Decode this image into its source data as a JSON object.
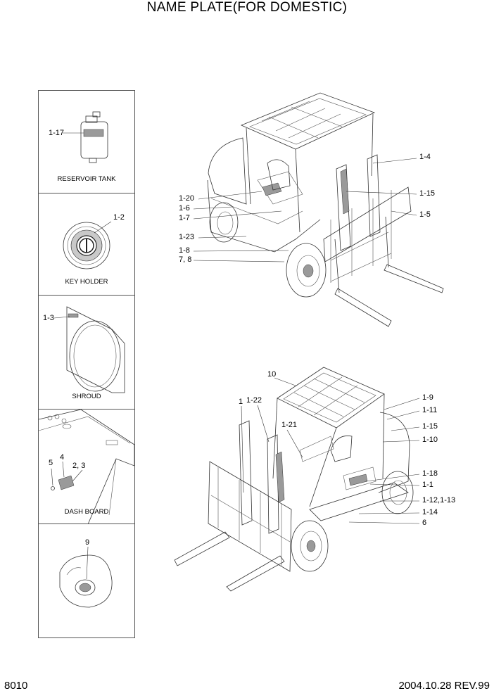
{
  "title": "NAME PLATE(FOR DOMESTIC)",
  "page_code": "8010",
  "revision": "2004.10.28 REV.99",
  "panels": [
    {
      "label": "RESERVOIR TANK",
      "callouts": [
        "1-17"
      ]
    },
    {
      "label": "KEY HOLDER",
      "callouts": [
        "1-2"
      ]
    },
    {
      "label": "SHROUD",
      "callouts": [
        "1-3"
      ]
    },
    {
      "label": "DASH BOARD",
      "callouts": [
        "5",
        "4",
        "2, 3"
      ]
    },
    {
      "label": "",
      "callouts": [
        "9"
      ]
    }
  ],
  "forklift_front": {
    "callouts_left": [
      "1-20",
      "1-6",
      "1-7",
      "1-23",
      "1-8",
      "7, 8"
    ],
    "callouts_right": [
      "1-4",
      "1-15",
      "1-5"
    ]
  },
  "forklift_rear": {
    "callouts_top": [
      "10",
      "1",
      "1-22",
      "1-21"
    ],
    "callouts_right": [
      "1-9",
      "1-11",
      "1-15",
      "1-10",
      "1-18",
      "1-1",
      "1-12,1-13",
      "1-14",
      "6"
    ]
  }
}
